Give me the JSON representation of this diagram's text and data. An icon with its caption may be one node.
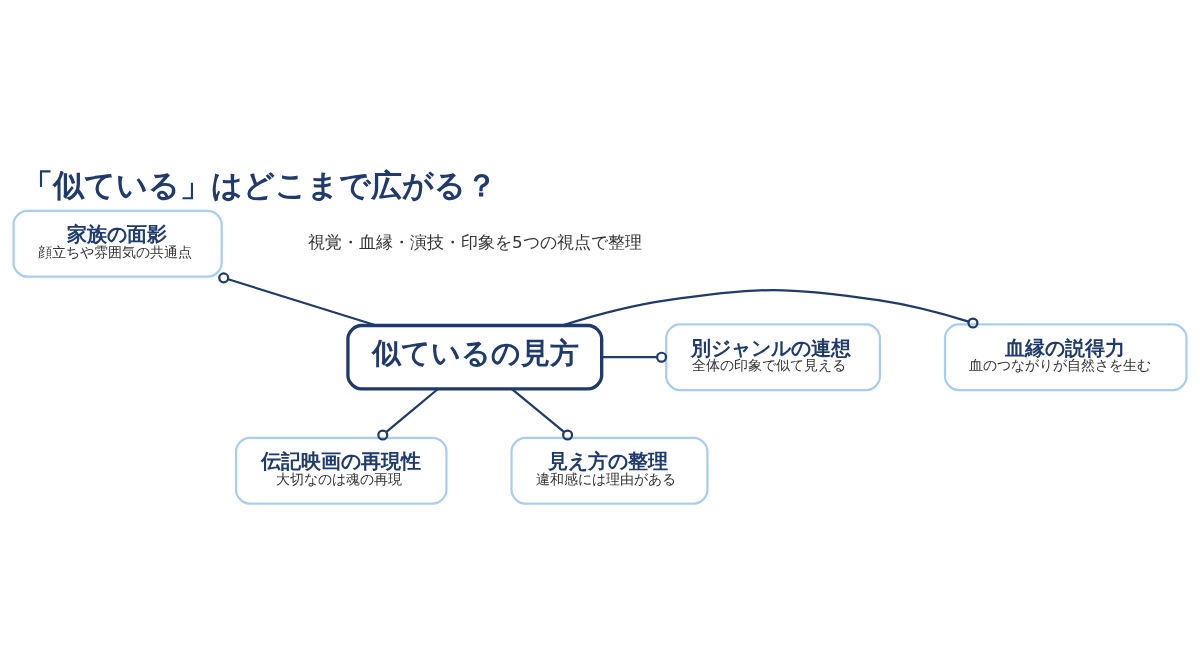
{
  "diagram": {
    "title": "「似ている」はどこまで広がる？",
    "nodes": [
      {
        "text": [
          "家族の面影",
          "顔立ちや雰囲気の共通点"
        ]
      },
      {
        "text": [
          "血縁の説得力",
          "血のつながりが自然さを生む"
        ]
      },
      {
        "text": [
          "似ているの見方"
        ]
      },
      {
        "text": [
          "別ジャンルの連想",
          "全体の印象で似て見える"
        ]
      },
      {
        "text": [
          "伝記映画の再現性",
          "大切なのは魂の再現"
        ]
      },
      {
        "text": [
          "見え方の整理",
          "違和感には理由がある"
        ]
      }
    ],
    "edges": [
      {
        "from": 2,
        "to": 0,
        "arrow": "other"
      },
      {
        "from": 2,
        "to": 1,
        "arrow": "other"
      },
      {
        "from": 2,
        "to": 3,
        "arrow": "other"
      },
      {
        "from": 2,
        "to": 4,
        "arrow": "other"
      },
      {
        "from": 2,
        "to": 5,
        "arrow": "other"
      }
    ],
    "labels": [
      "視覚・血縁・演技・印象を5つの視点で整理"
    ]
  }
}
